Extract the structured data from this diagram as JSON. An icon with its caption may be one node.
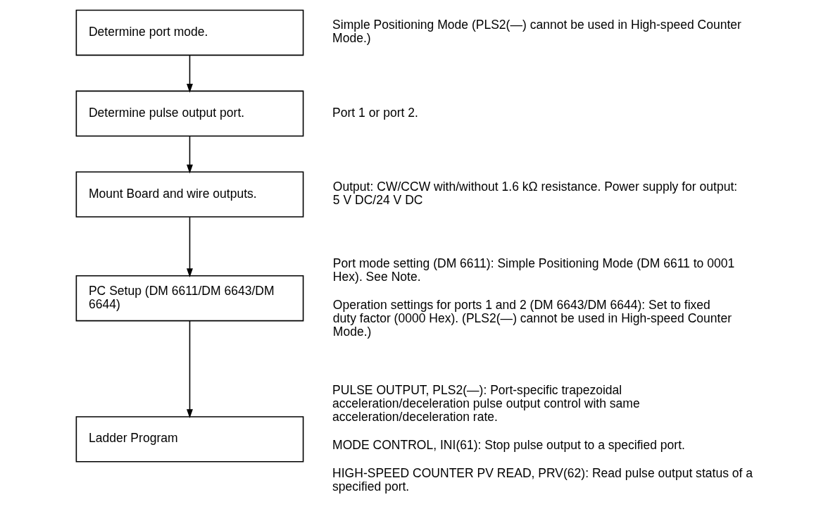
{
  "diagram": {
    "nodes": [
      {
        "text": [
          "Determine port mode."
        ],
        "beside": [
          "Simple Positioning Mode (PLS2(—) cannot be used in High-speed Counter Mode.)"
        ]
      },
      {
        "text": [
          "Determine pulse output port."
        ],
        "beside": [
          "Port 1 or port 2."
        ]
      },
      {
        "text": [
          "Mount Board and wire outputs."
        ],
        "beside": [
          "Output: CW/CCW with/without 1.6 kΩ resistance. Power supply for output: 5 V DC/24 V DC"
        ]
      },
      {
        "text": [
          "PC Setup (DM 6611/DM 6643/DM 6644)"
        ],
        "beside": [
          "Port mode setting (DM 6611): Simple Positioning Mode (DM 6611 to 0001 Hex). See Note.",
          "Operation settings for ports 1 and 2 (DM 6643/DM 6644): Set to fixed duty factor (0000 Hex). (PLS2(—) cannot be used in High-speed Counter Mode.)"
        ]
      },
      {
        "text": [
          "Ladder Program"
        ],
        "beside": [
          "PULSE OUTPUT, PLS2(—): Port-specific trapezoidal acceleration/deceleration pulse output control with same acceleration/deceleration rate.",
          "MODE CONTROL, INI(61): Stop pulse output to a specified port.",
          "HIGH-SPEED COUNTER PV READ, PRV(62): Read pulse output status of a specified port."
        ]
      }
    ],
    "edges": [
      {
        "from": 0,
        "to": 1,
        "arrow": "to"
      },
      {
        "from": 1,
        "to": 2,
        "arrow": "to"
      },
      {
        "from": 2,
        "to": 3,
        "arrow": "to"
      },
      {
        "from": 3,
        "to": 4,
        "arrow": "to"
      }
    ]
  }
}
